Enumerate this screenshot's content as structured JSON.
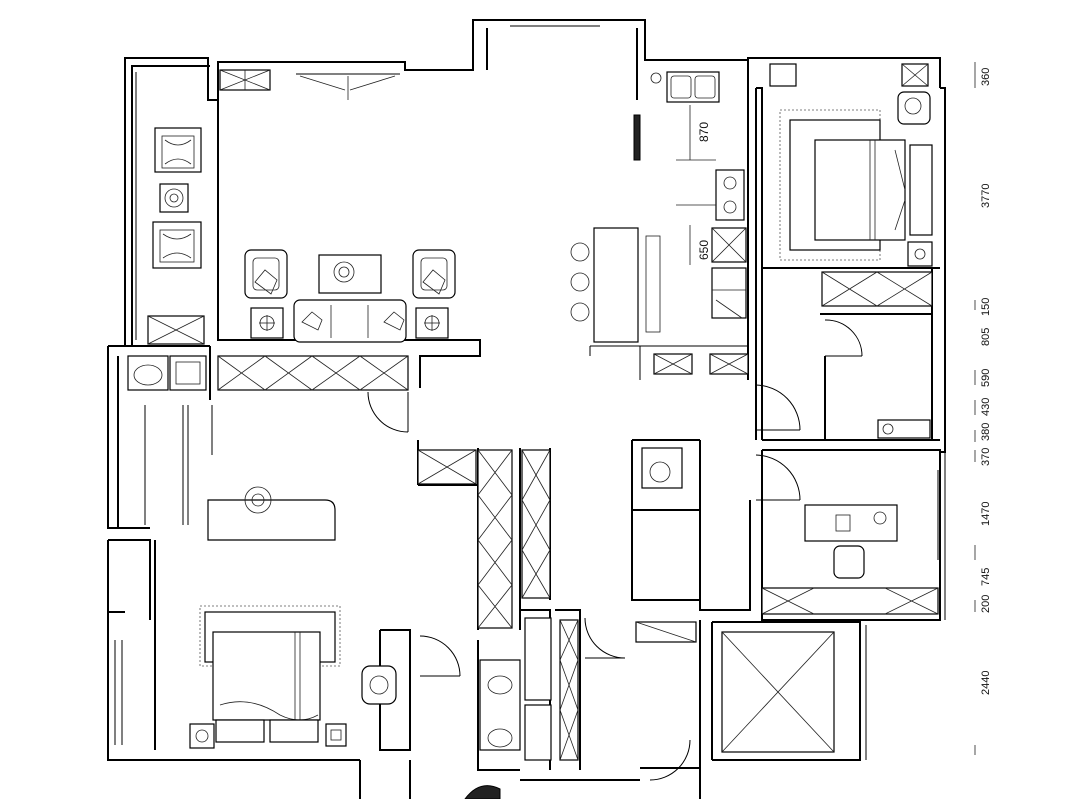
{
  "dimensions": {
    "kitchen_upper": "870",
    "kitchen_lower": "650",
    "right_side": [
      "360",
      "3770",
      "150",
      "805",
      "590",
      "430",
      "380",
      "370",
      "1470",
      "745",
      "200",
      "2440"
    ]
  }
}
